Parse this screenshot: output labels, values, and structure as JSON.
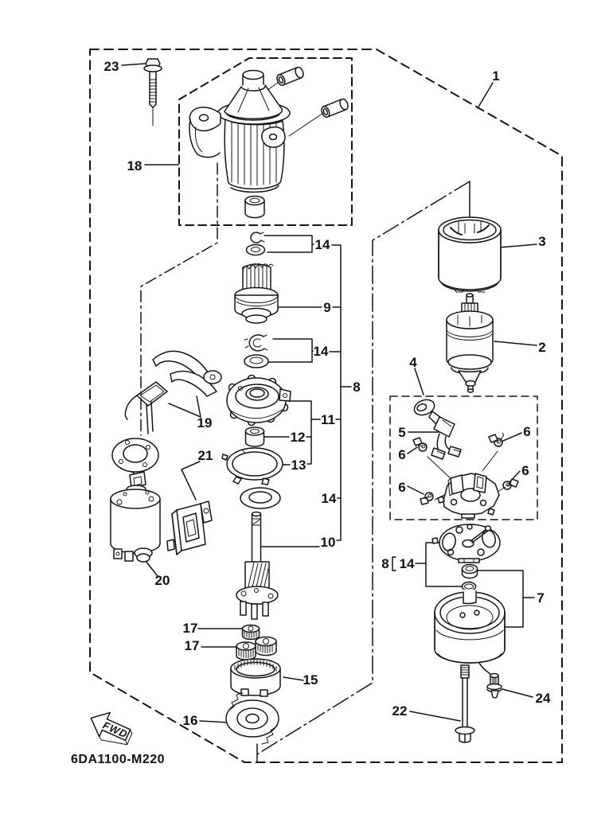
{
  "diagram": {
    "ref_code": "6DA1100-M220",
    "fwd_label": "FWD",
    "background": "#ffffff",
    "line_color": "#151515"
  },
  "callouts": {
    "1": "1",
    "2": "2",
    "3": "3",
    "4": "4",
    "5": "5",
    "6": "6",
    "7": "7",
    "8": "8",
    "9": "9",
    "10": "10",
    "11": "11",
    "12": "12",
    "13": "13",
    "14": "14",
    "15": "15",
    "16": "16",
    "17": "17",
    "18": "18",
    "19": "19",
    "20": "20",
    "21": "21",
    "22": "22",
    "23": "23",
    "24": "24"
  }
}
